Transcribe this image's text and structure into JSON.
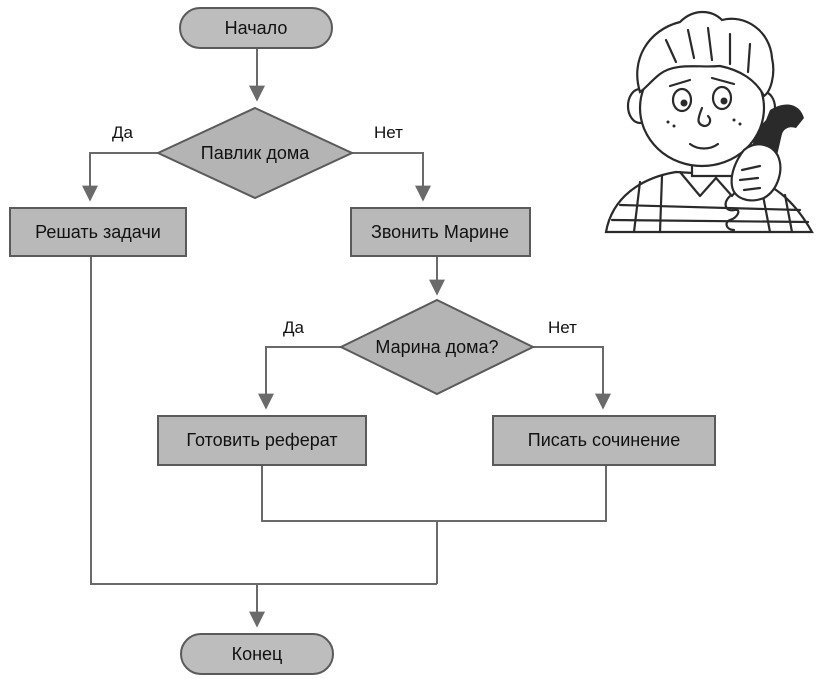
{
  "nodes": {
    "start": "Начало",
    "pavlik_home": "Павлик дома",
    "solve_tasks": "Решать задачи",
    "call_marina": "Звонить Марине",
    "marina_home": "Марина дома?",
    "prepare_report": "Готовить реферат",
    "write_essay": "Писать сочинение",
    "end": "Конец"
  },
  "edges": {
    "yes_1": "Да",
    "no_1": "Нет",
    "yes_2": "Да",
    "no_2": "Нет"
  },
  "colors": {
    "box_fill": "#b9b9b9",
    "stroke": "#5a5a5a",
    "background": "#ffffff"
  },
  "illustration": {
    "icon": "boy-with-phone-icon"
  }
}
